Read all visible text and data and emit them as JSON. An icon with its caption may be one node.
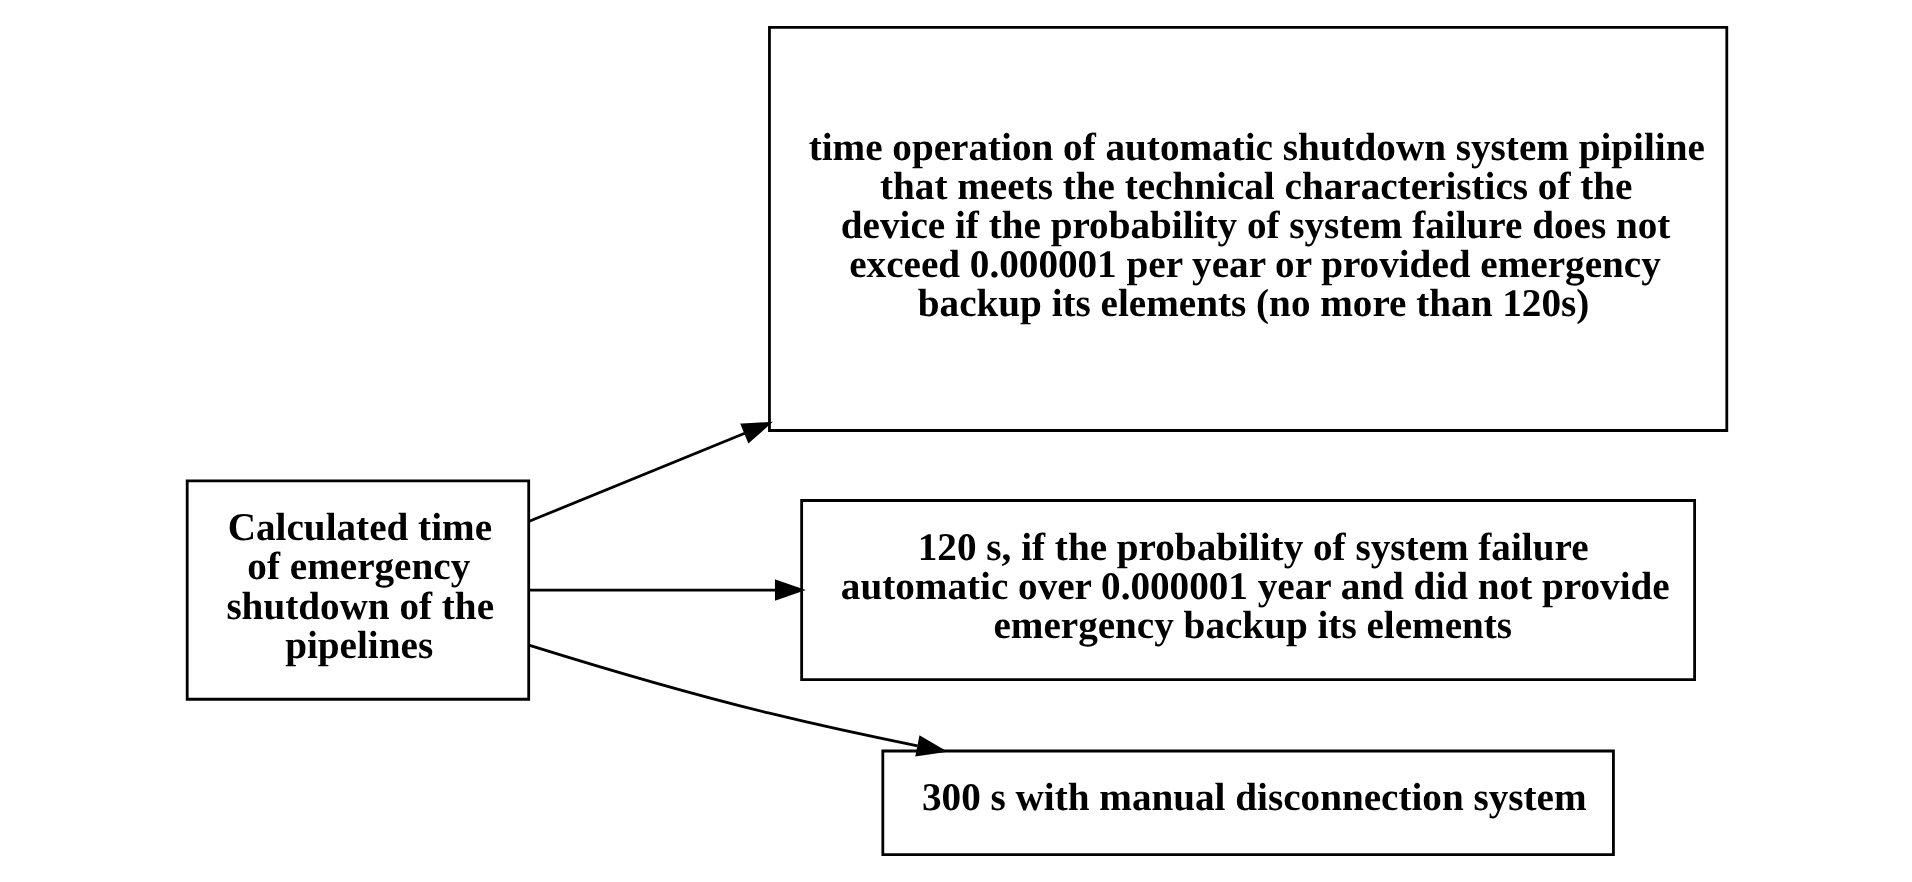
{
  "diagram": {
    "nodes": [
      {
        "text": [
          "Calculated time of emergency shutdown of the pipelines"
        ]
      },
      {
        "text": [
          "time operation of automatic shutdown system pipiline that meets the technical characteristics of the device if the probability of system failure does not exceed 0.000001 per year or provided emergency backup its elements (no more than 120s)"
        ]
      },
      {
        "text": [
          "120 s, if the probability of system failure automatic over 0.000001 year and did not provide emergency backup its elements"
        ]
      },
      {
        "text": [
          "300 s with manual disconnection system"
        ]
      }
    ],
    "edges": [
      {
        "from": 0,
        "to": 1,
        "arrow": "to"
      },
      {
        "from": 0,
        "to": 2,
        "arrow": "to"
      },
      {
        "from": 0,
        "to": 3,
        "arrow": "to"
      }
    ]
  }
}
